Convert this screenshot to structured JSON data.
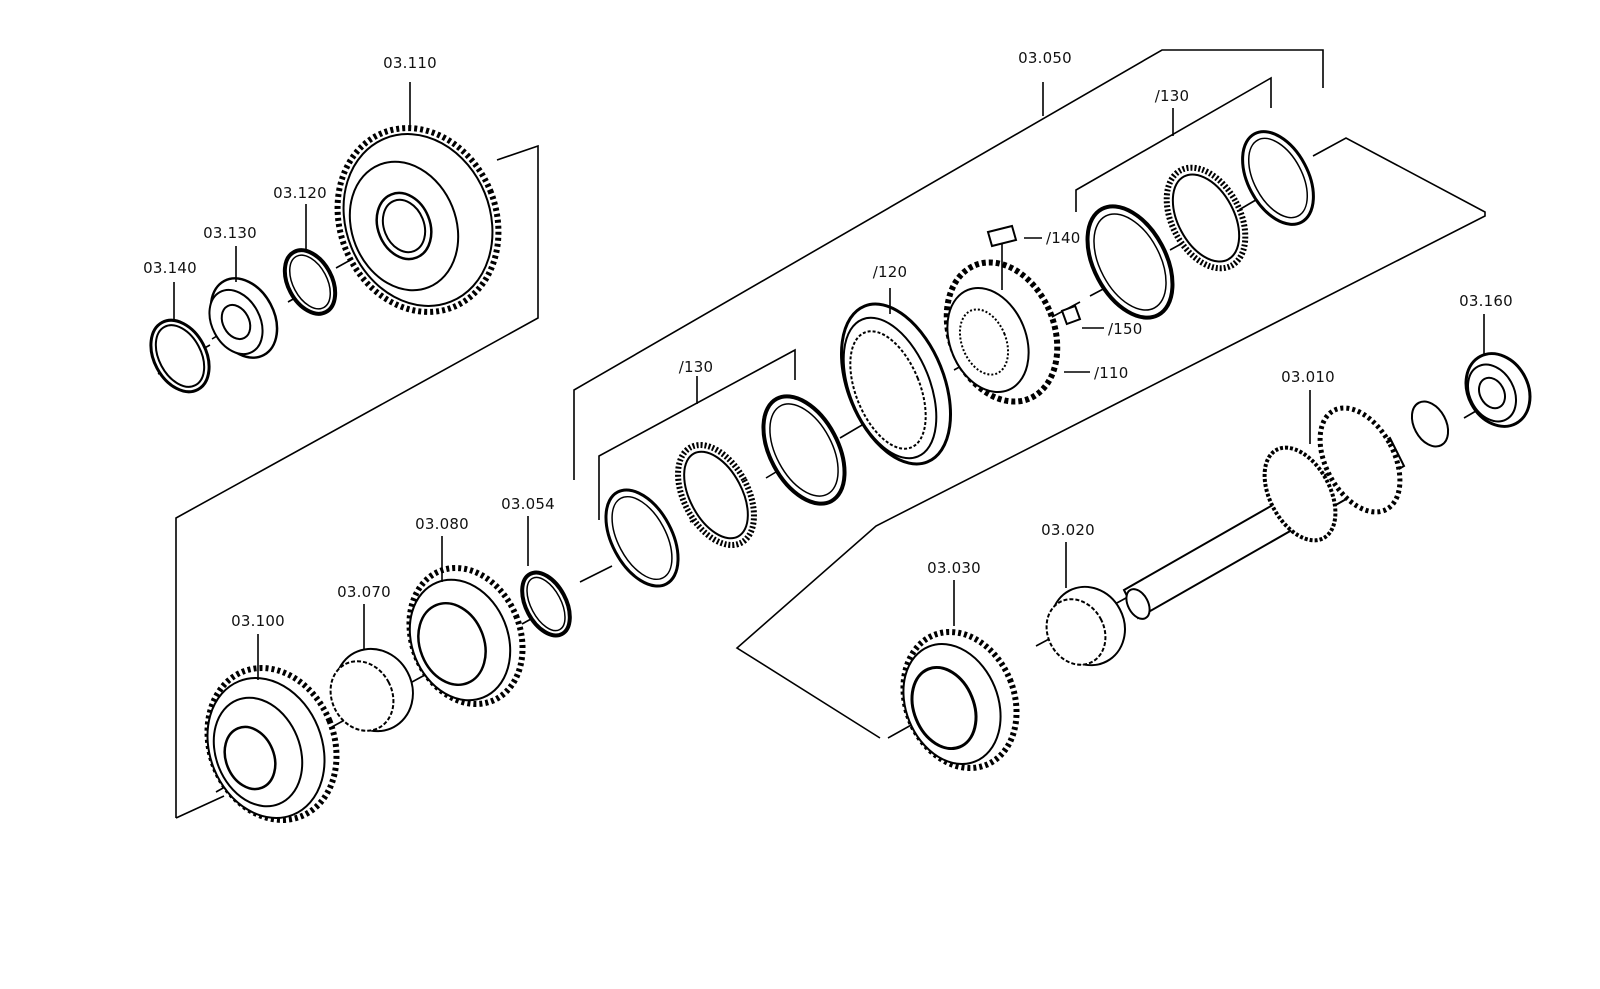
{
  "diagram": {
    "part_labels": {
      "p03_110": "03.110",
      "p03_120": "03.120",
      "p03_130": "03.130",
      "p03_140": "03.140",
      "p03_050": "03.050",
      "g130_top": "/130",
      "g140": "/140",
      "g120": "/120",
      "g150": "/150",
      "g110": "/110",
      "g130_bottom": "/130",
      "p03_160": "03.160",
      "p03_010": "03.010",
      "p03_020": "03.020",
      "p03_030": "03.030",
      "p03_054": "03.054",
      "p03_080": "03.080",
      "p03_070": "03.070",
      "p03_100": "03.100"
    },
    "line_color": "#000000",
    "background": "#ffffff"
  }
}
